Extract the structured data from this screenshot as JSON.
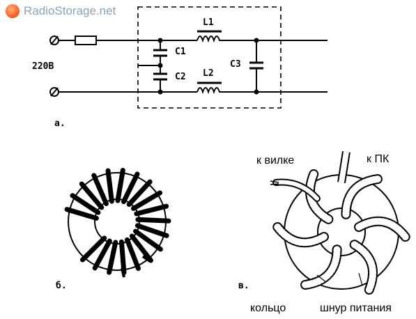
{
  "watermark": {
    "text": "RadioStorage.net"
  },
  "schematic": {
    "voltage_label": "220В",
    "components": {
      "c1": "C1",
      "c2": "C2",
      "c3": "C3",
      "l1": "L1",
      "l2": "L2"
    },
    "part_label": "а."
  },
  "toroid_wound": {
    "part_label": "б."
  },
  "toroid_cord": {
    "part_label": "в.",
    "to_plug": "к вилке",
    "to_pc": "к ПК",
    "ring": "кольцо",
    "power_cord": "шнур питания"
  },
  "colors": {
    "line": "#000000",
    "background": "#ffffff",
    "watermark": "#8fa3b5"
  }
}
